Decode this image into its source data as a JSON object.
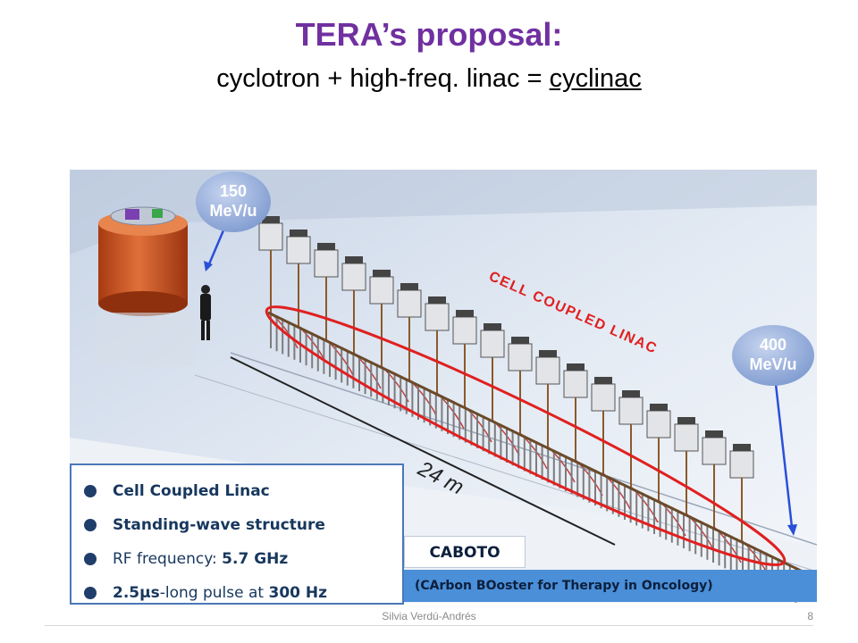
{
  "title": "TERA’s  proposal:",
  "subtitle": {
    "lead": "cyclotron  + high-freq. linac = ",
    "term": "cyclinac"
  },
  "scene": {
    "energy_in": {
      "value": "150",
      "unit": "MeV/u"
    },
    "energy_out": {
      "value": "400",
      "unit": "MeV/u"
    },
    "linac_label": "CELL COUPLED LINAC",
    "length_label": "24 m"
  },
  "bullets": [
    {
      "pre": "Cell Coupled Linac",
      "bold": "",
      "post": ""
    },
    {
      "pre": "Standing-wave structure",
      "bold": "",
      "post": ""
    },
    {
      "pre": "RF frequency: ",
      "bold": "5.7 GHz",
      "post": ""
    },
    {
      "pre": "2.5μs",
      "bold": "",
      "post": "-long pulse at ",
      "tail": "300 Hz"
    }
  ],
  "caboto": {
    "name": "CABOTO",
    "expansion": "(CArbon BOoster for Therapy in Oncology)"
  },
  "footer": {
    "author": "Silvia Verdú-Andrés",
    "page": "8"
  },
  "colors": {
    "title": "#7030a0",
    "ellipse": "#e02020",
    "box_border": "#4a78b8",
    "banner": "#4a8fd8",
    "bubble": "#8fa8d8"
  }
}
